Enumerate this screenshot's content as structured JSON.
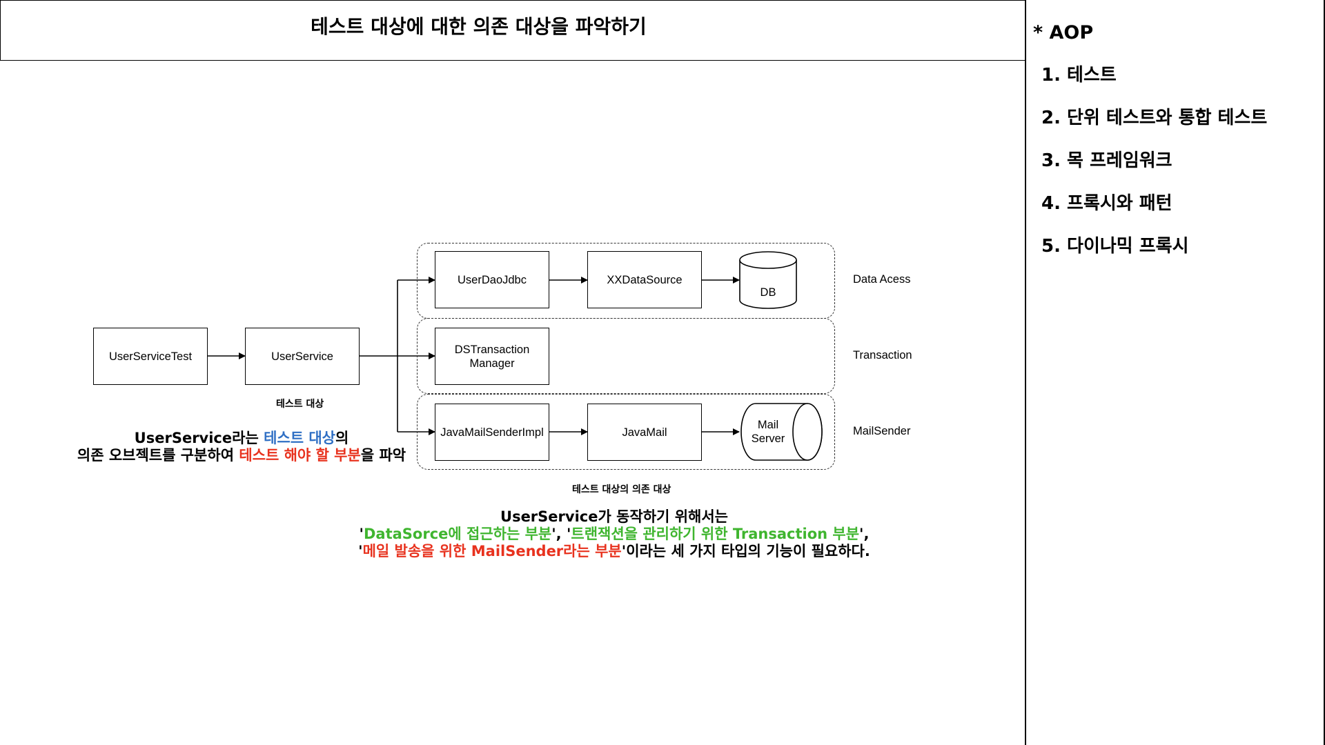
{
  "title": "테스트 대상에 대한 의존 대상을 파악하기",
  "sidebar": {
    "heading": "* AOP",
    "items": [
      "1. 테스트",
      "2. 단위 테스트와 통합 테스트",
      "3. 목 프레임워크",
      "4. 프록시와 패턴",
      "5. 다이나믹 프록시"
    ]
  },
  "diagram": {
    "nodes": {
      "user_service_test": "UserServiceTest",
      "user_service": "UserService",
      "user_dao_jdbc": "UserDaoJdbc",
      "xx_data_source": "XXDataSource",
      "db": "DB",
      "ds_transaction_manager_line1": "DSTransaction",
      "ds_transaction_manager_line2": "Manager",
      "java_mail_sender_impl": "JavaMailSenderImpl",
      "java_mail": "JavaMail",
      "mail_server_line1": "Mail",
      "mail_server_line2": "Server"
    },
    "groups": {
      "data_access": "Data Acess",
      "transaction": "Transaction",
      "mail_sender": "MailSender"
    },
    "captions": {
      "test_target": "테스트 대상",
      "test_target_dependencies": "테스트 대상의 의존 대상"
    }
  },
  "notes": {
    "left": {
      "line1_a": "UserService라는 ",
      "line1_b": "테스트 대상",
      "line1_c": "의",
      "line2_a": "의존 오브젝트를 구분하여 ",
      "line2_b": "테스트 해야 할 부분",
      "line2_c": "을 파악"
    },
    "bottom": {
      "line1": "UserService가 동작하기 위해서는",
      "line2_q1": "'",
      "line2_a": "DataSorce에 접근하는 부분",
      "line2_sep": "',  '",
      "line2_b": "트랜잭션을 관리하기 위한 Transaction 부분",
      "line2_end": "',",
      "line3_q1": "'",
      "line3_a": "메일 발송을 위한 MailSender라는 부분",
      "line3_b": "'이라는 세 가지 타입의 기능이 필요하다."
    }
  },
  "colors": {
    "blue": "#2f6fc4",
    "red": "#e8321e",
    "green": "#3fb52f"
  }
}
